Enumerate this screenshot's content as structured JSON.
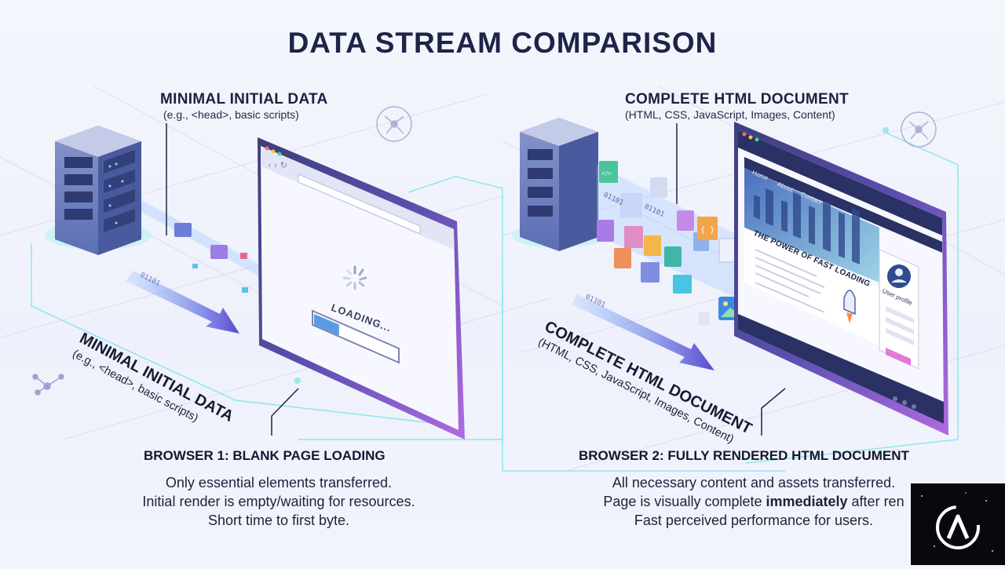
{
  "title": "DATA STREAM COMPARISON",
  "left": {
    "label_heading": "MINIMAL INITIAL DATA",
    "label_sub": "(e.g., <head>, basic scripts)",
    "rotated_heading": "MINIMAL INITIAL DATA",
    "rotated_sub": "(e.g., <head>, basic scripts)",
    "loading_text": "LOADING...",
    "loading_progress": 0.3,
    "caption_heading": "BROWSER 1: BLANK PAGE LOADING",
    "caption_lines": [
      "Only essential elements transferred.",
      "Initial render is empty/waiting for resources.",
      "Short time to first byte."
    ]
  },
  "right": {
    "label_heading": "COMPLETE HTML DOCUMENT",
    "label_sub": "(HTML, CSS, JavaScript, Images, Content)",
    "rotated_heading": "COMPLETE HTML DOCUMENT",
    "rotated_sub": "(HTML, CSS, JavaScript, Images, Content)",
    "nav_items": [
      "Home",
      "About",
      "Contact"
    ],
    "hero_title": "THE POWER OF FAST LOADING",
    "profile_label": "User profile",
    "caption_heading": "BROWSER 2: FULLY RENDERED HTML DOCUMENT",
    "caption_lines": [
      "All necessary content and assets transferred.",
      "Page is visually complete ",
      "immediately",
      " after ren",
      "Fast perceived performance for users."
    ]
  },
  "binary_text": "01101",
  "code_glyph": "</>",
  "braces_glyph": "{ }",
  "colors": {
    "accent_purple": "#7b5ce0",
    "accent_blue": "#4a8ee8",
    "accent_cyan": "#63e0e6",
    "frame_dark": "#2d3561",
    "server_blue": "#5b6fb5"
  },
  "icons": [
    "server-icon",
    "browser-icon",
    "spinner-icon",
    "file-icon",
    "image-icon",
    "rocket-icon",
    "avatar-icon",
    "network-icon",
    "logo-icon"
  ]
}
